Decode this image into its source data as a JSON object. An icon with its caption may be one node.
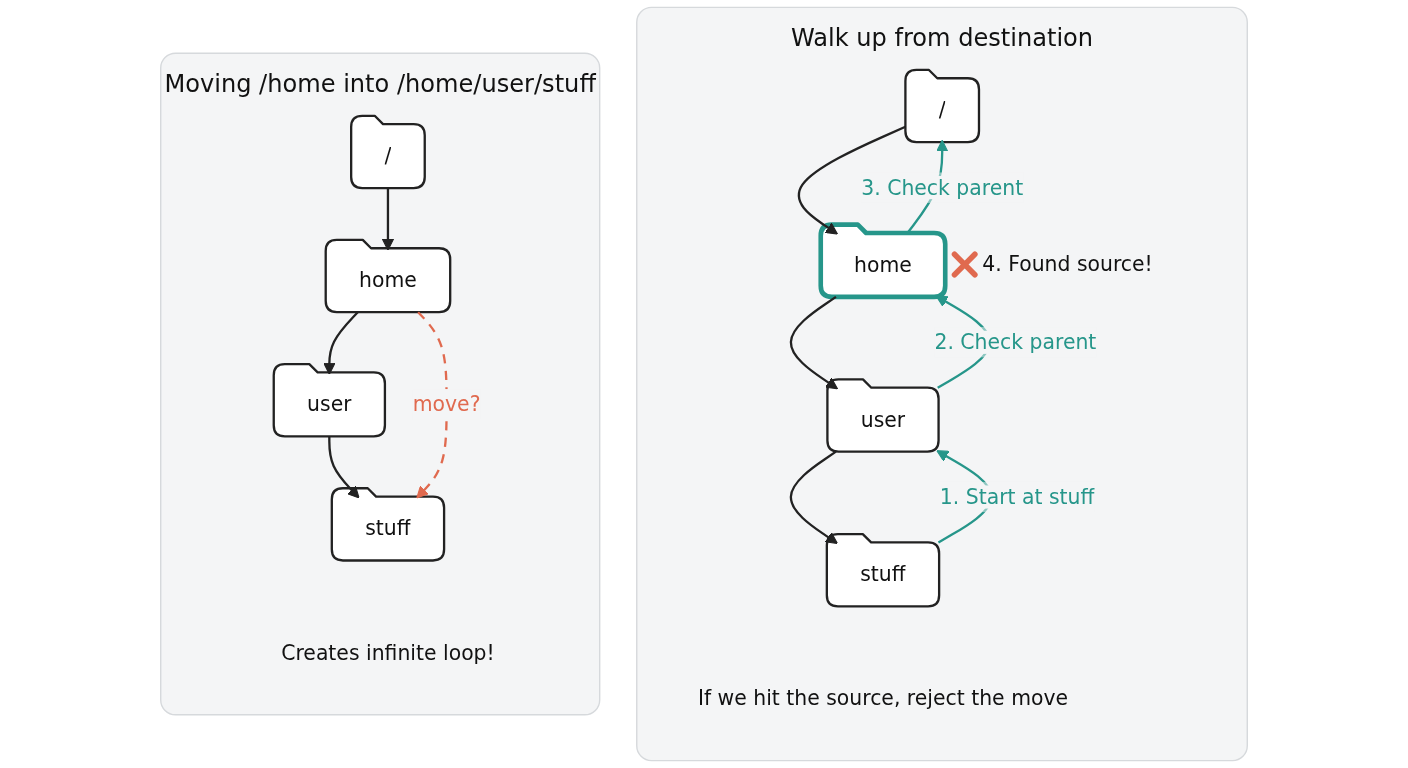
{
  "diagram": {
    "nodes": [
      {
        "text": [
          "Moving /home into /home/user/stuff",
          "Creates infinite loop!"
        ]
      },
      {
        "text": [
          "/"
        ],
        "in": 0
      },
      {
        "text": [
          "home"
        ],
        "in": 0
      },
      {
        "text": [
          "user"
        ],
        "in": 0
      },
      {
        "text": [
          "stuff"
        ],
        "in": 0
      },
      {
        "text": [
          "Walk up from destination",
          "If we hit the source, reject the move"
        ]
      },
      {
        "text": [
          "/"
        ],
        "in": 5
      },
      {
        "text": [
          "home"
        ],
        "in": 5,
        "beside": [
          "4. Found source!"
        ]
      },
      {
        "text": [
          "user"
        ],
        "in": 5
      },
      {
        "text": [
          "stuff"
        ],
        "in": 5
      }
    ],
    "edges": [
      {
        "from": 1,
        "to": 2,
        "arrow": "to"
      },
      {
        "from": 2,
        "to": 3,
        "arrow": "to"
      },
      {
        "from": 3,
        "to": 4,
        "arrow": "to"
      },
      {
        "from": 2,
        "to": 4,
        "arrow": "to",
        "label": "move?",
        "style": "dashed",
        "color": "#e06a4f"
      },
      {
        "from": 6,
        "to": 7,
        "arrow": "to"
      },
      {
        "from": 7,
        "to": 8,
        "arrow": "to"
      },
      {
        "from": 8,
        "to": 9,
        "arrow": "to"
      },
      {
        "from": 9,
        "to": 8,
        "arrow": "to",
        "label": "1. Start at stuff",
        "color": "#26968a"
      },
      {
        "from": 8,
        "to": 7,
        "arrow": "to",
        "label": "2. Check parent",
        "color": "#26968a"
      },
      {
        "from": 7,
        "to": 6,
        "arrow": "to",
        "label": "3. Check parent",
        "color": "#26968a"
      }
    ]
  }
}
